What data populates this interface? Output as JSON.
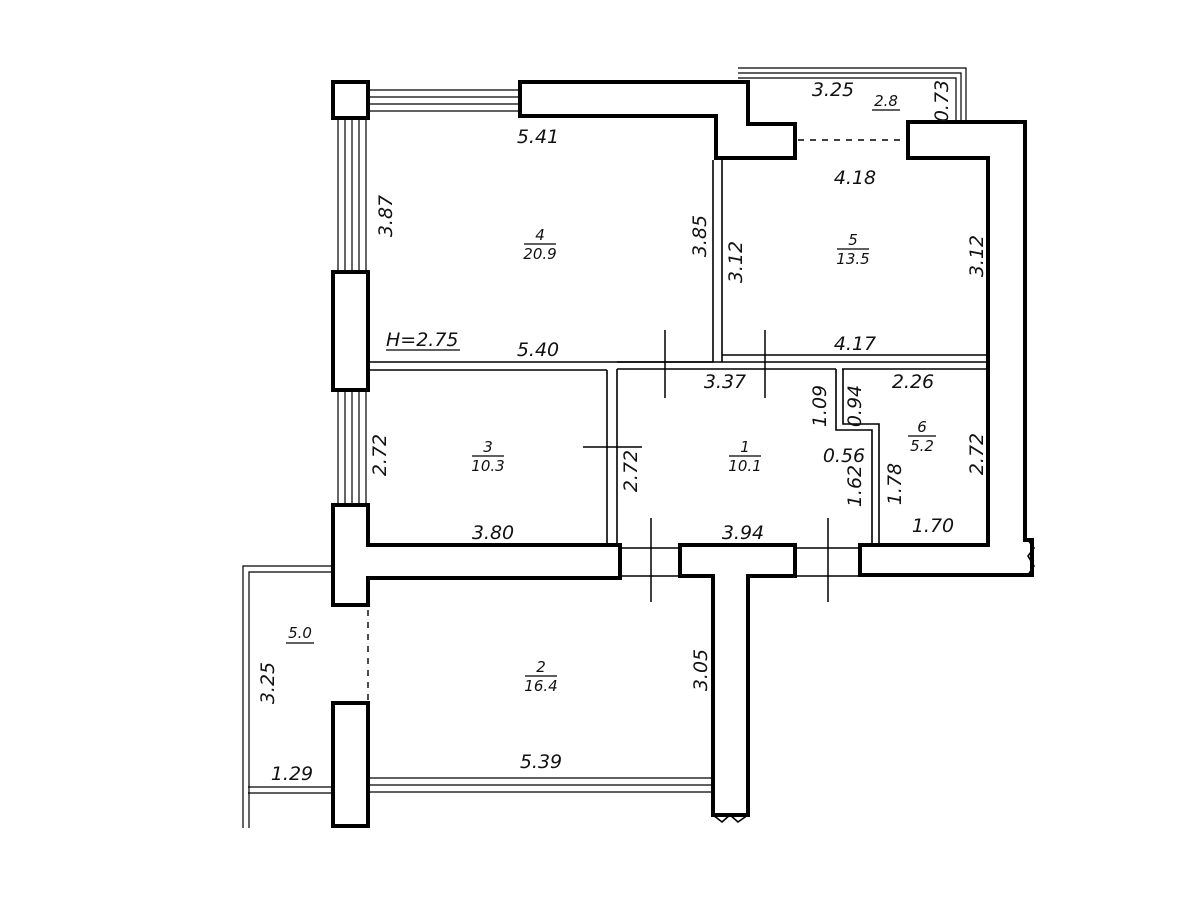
{
  "height_label": "H=2.75",
  "rooms": [
    {
      "id": "4",
      "number": "4",
      "area": "20.9"
    },
    {
      "id": "5",
      "number": "5",
      "area": "13.5"
    },
    {
      "id": "3",
      "number": "3",
      "area": "10.3"
    },
    {
      "id": "1",
      "number": "1",
      "area": "10.1"
    },
    {
      "id": "6",
      "number": "6",
      "area": "5.2"
    },
    {
      "id": "2",
      "number": "2",
      "area": "16.4"
    }
  ],
  "balconies": [
    {
      "id": "top",
      "area": "2.8"
    },
    {
      "id": "left",
      "area": "5.0"
    }
  ],
  "dimensions": {
    "r4_top": "5.41",
    "r4_left": "3.87",
    "r4_right": "3.85",
    "r4_bottom": "5.40",
    "r5_top": "4.18",
    "r5_left": "3.12",
    "r5_right": "3.12",
    "r5_bottom": "4.17",
    "balc_top_width": "3.25",
    "balc_top_depth": "0.73",
    "r3_left": "2.72",
    "r3_right": "2.72",
    "r3_bottom": "3.80",
    "r1_top": "3.37",
    "r1_bottom": "3.94",
    "r1_d1": "1.09",
    "r1_d2": "0.94",
    "r1_d3": "0.56",
    "r1_d4": "1.62",
    "r6_top": "2.26",
    "r6_left": "1.78",
    "r6_right": "2.72",
    "r6_bottom": "1.70",
    "r2_right": "3.05",
    "r2_bottom": "5.39",
    "balc_left_height": "3.25",
    "balc_left_width": "1.29"
  }
}
